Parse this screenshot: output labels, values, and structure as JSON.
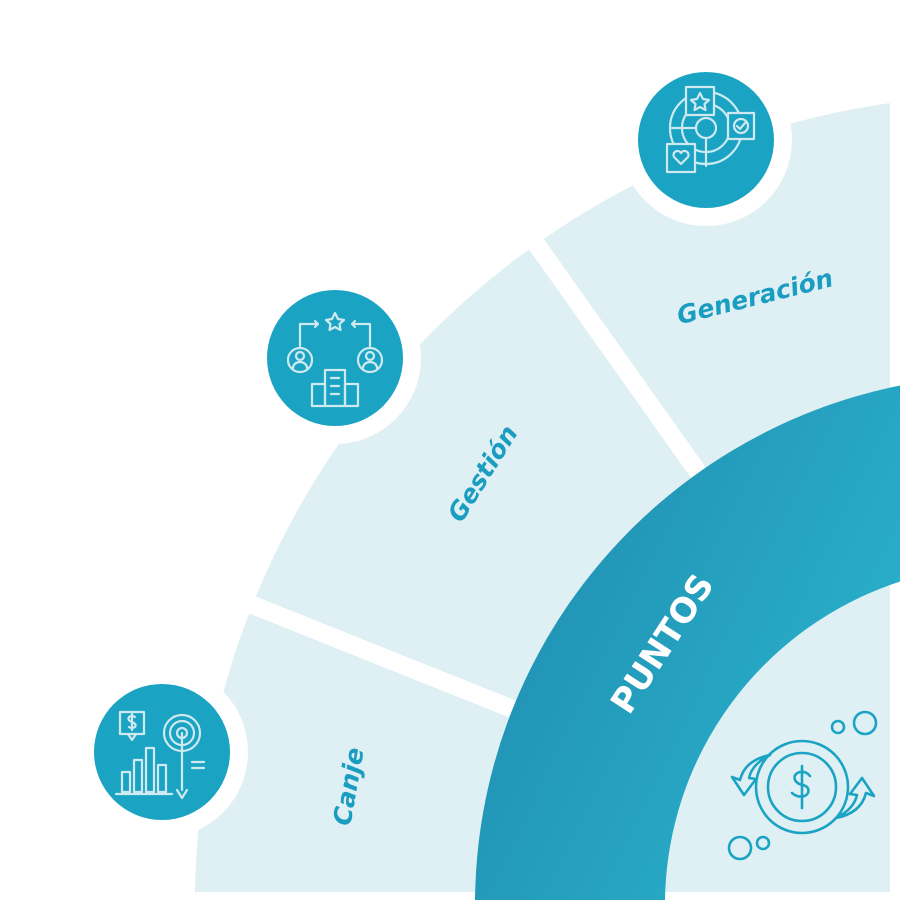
{
  "center_label": "PUNTOS",
  "segments": [
    {
      "label": "Generación",
      "icon": "target-rating-icon"
    },
    {
      "label": "Gestión",
      "icon": "people-building-icon"
    },
    {
      "label": "Canje",
      "icon": "chart-target-icon"
    }
  ],
  "center_icon": "money-exchange-icon",
  "colors": {
    "band": "#dff0f5",
    "ring_dark": "#1f8fb0",
    "ring_light": "#29acc9",
    "accent": "#1aa3c2",
    "text": "#1a9dc0"
  }
}
